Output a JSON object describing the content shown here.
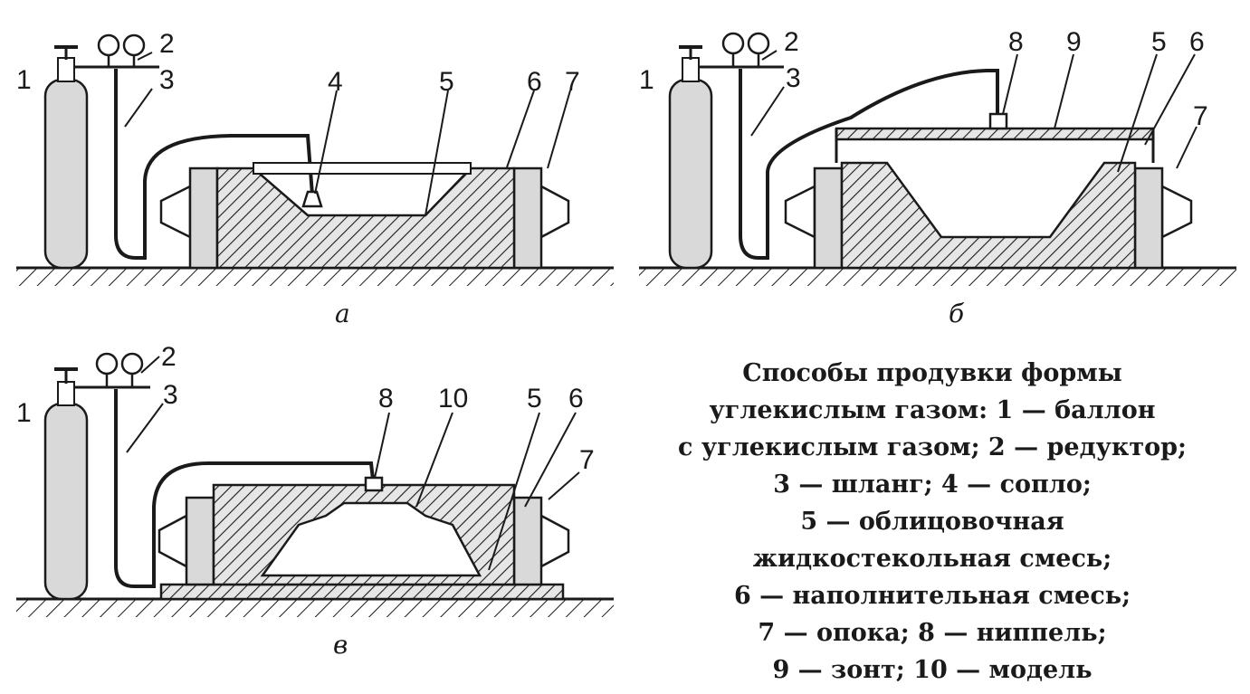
{
  "colors": {
    "ink": "#1a1a1a",
    "background": "#ffffff",
    "fill_gray": "#d9d9d9"
  },
  "panels": [
    {
      "id": "a",
      "sublabel": "а",
      "labels": [
        "1",
        "2",
        "3",
        "4",
        "5",
        "6",
        "7"
      ]
    },
    {
      "id": "b",
      "sublabel": "б",
      "labels": [
        "1",
        "2",
        "3",
        "8",
        "9",
        "5",
        "6",
        "7"
      ]
    },
    {
      "id": "c",
      "sublabel": "в",
      "labels": [
        "1",
        "2",
        "3",
        "8",
        "10",
        "5",
        "6",
        "7"
      ]
    }
  ],
  "caption": {
    "lines": [
      "Способы продувки формы",
      "углекислым газом: 1 — баллон",
      "с углекислым газом; 2 — редуктор;",
      "3 — шланг; 4 — сопло;",
      "5 — облицовочная",
      "жидкостекольная смесь;",
      "6 — наполнительная смесь;",
      "7 — опока; 8 — ниппель;",
      "9 — зонт; 10 — модель"
    ]
  }
}
